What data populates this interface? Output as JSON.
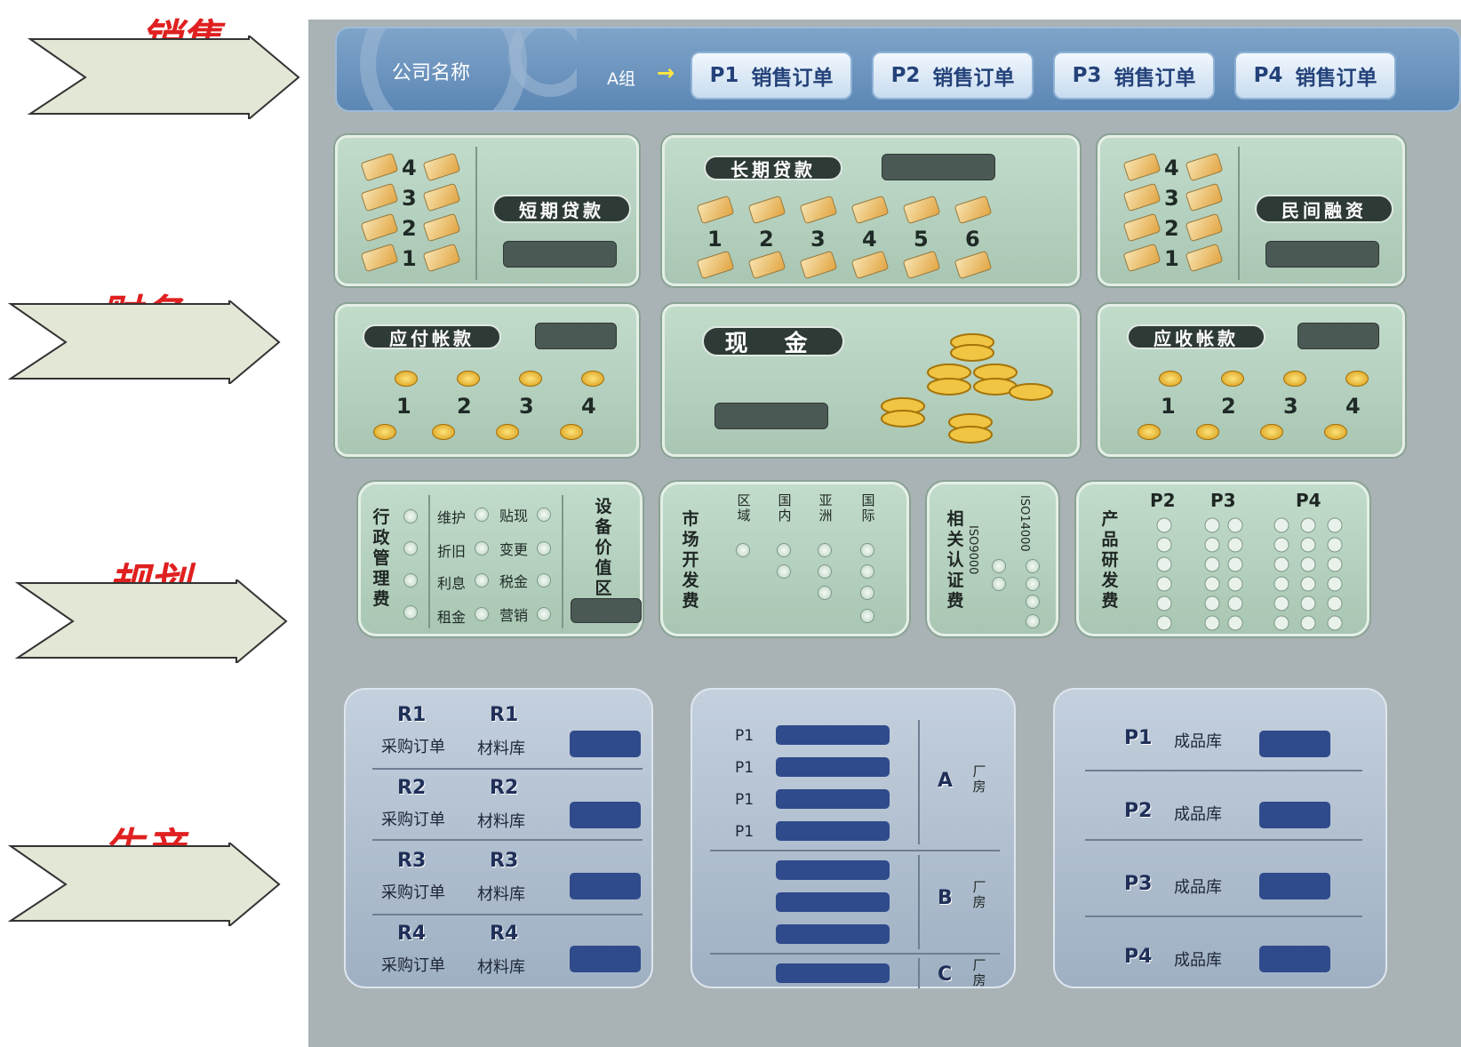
{
  "side_labels": {
    "sales": "销售",
    "finance": "财务",
    "planning": "规划",
    "production": "生产"
  },
  "header": {
    "company": "公司名称",
    "group": "A组",
    "arrow": "→",
    "orders": [
      {
        "p": "P1",
        "label": "销售订单"
      },
      {
        "p": "P2",
        "label": "销售订单"
      },
      {
        "p": "P3",
        "label": "销售订单"
      },
      {
        "p": "P4",
        "label": "销售订单"
      }
    ]
  },
  "finance": {
    "short_loan": {
      "label": "短期贷款",
      "nums": [
        "4",
        "3",
        "2",
        "1"
      ]
    },
    "long_loan": {
      "label": "长期贷款",
      "nums": [
        "1",
        "2",
        "3",
        "4",
        "5",
        "6"
      ]
    },
    "private_loan": {
      "label": "民间融资",
      "nums": [
        "4",
        "3",
        "2",
        "1"
      ]
    },
    "payable": {
      "label": "应付帐款",
      "nums": [
        "1",
        "2",
        "3",
        "4"
      ]
    },
    "cash": {
      "label": "现 金"
    },
    "receivable": {
      "label": "应收帐款",
      "nums": [
        "1",
        "2",
        "3",
        "4"
      ]
    }
  },
  "planning": {
    "admin": {
      "title": "行政管理费",
      "items": [
        "维护",
        "贴现",
        "折旧",
        "变更",
        "利息",
        "税金",
        "租金",
        "营销"
      ],
      "equipment": "设备价值区"
    },
    "market": {
      "title": "市场开发费",
      "cols": [
        "区域",
        "国内",
        "亚洲",
        "国际"
      ]
    },
    "cert": {
      "title": "相关认证费",
      "cols": [
        "ISO9000",
        "ISO14000"
      ]
    },
    "rd": {
      "title": "产品研发费",
      "cols": [
        "P2",
        "P3",
        "P4"
      ]
    }
  },
  "production": {
    "materials": [
      {
        "code": "R1",
        "order": "采购订单",
        "store": "材料库"
      },
      {
        "code": "R2",
        "order": "采购订单",
        "store": "材料库"
      },
      {
        "code": "R3",
        "order": "采购订单",
        "store": "材料库"
      },
      {
        "code": "R4",
        "order": "采购订单",
        "store": "材料库"
      }
    ],
    "lines": [
      "P1",
      "P1",
      "P1",
      "P1"
    ],
    "plants": [
      {
        "code": "A",
        "label": "厂房"
      },
      {
        "code": "B",
        "label": "厂房"
      },
      {
        "code": "C",
        "label": "厂房"
      }
    ],
    "finished": [
      {
        "code": "P1",
        "label": "成品库"
      },
      {
        "code": "P2",
        "label": "成品库"
      },
      {
        "code": "P3",
        "label": "成品库"
      },
      {
        "code": "P4",
        "label": "成品库"
      }
    ]
  },
  "colors": {
    "red": "#e02020",
    "board": "#a9b2b4",
    "panel_green": "#c2dccb",
    "bar_blue": "#2f4b8c"
  }
}
